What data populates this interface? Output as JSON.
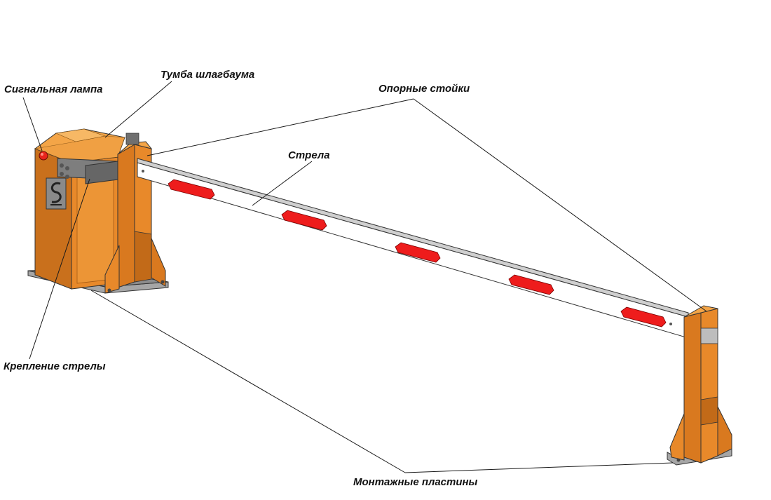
{
  "labels": {
    "signal_lamp": "Сигнальная лампа",
    "cabinet": "Тумба шлагбаума",
    "support_posts": "Опорные стойки",
    "boom": "Стрела",
    "boom_mount": "Крепление стрелы",
    "mounting_plates": "Монтажные пластины"
  },
  "colors": {
    "body_orange": "#e8892a",
    "body_orange_light": "#f4a547",
    "body_orange_dark": "#c26a18",
    "reflector_red": "#ee1c1c",
    "boom_white": "#ffffff",
    "plate_gray": "#9a9a9a",
    "lamp_red": "#e8241c",
    "leader_line": "#1a1a1a"
  },
  "icons": {
    "cabinet_logo": "stylized-S-logo-icon"
  }
}
